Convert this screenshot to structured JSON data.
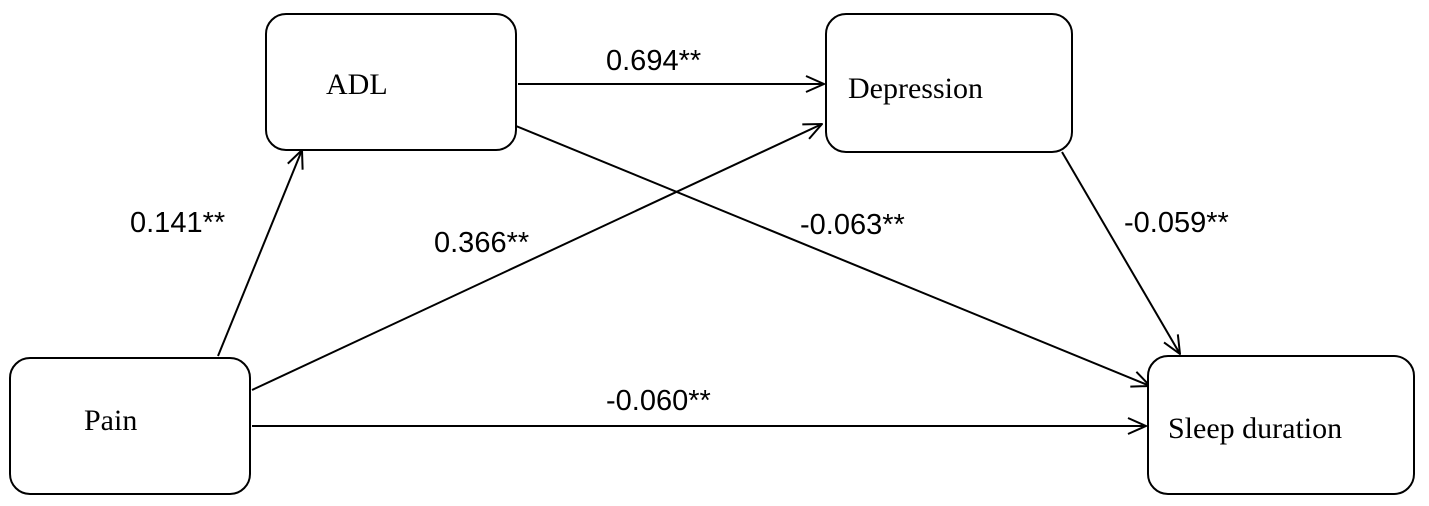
{
  "nodes": {
    "adl": "ADL",
    "depression": "Depression",
    "pain": "Pain",
    "sleep": "Sleep duration"
  },
  "edges": {
    "pain_adl": "0.141**",
    "adl_depression": "0.694**",
    "pain_depression": "0.366**",
    "adl_sleep": "-0.063**",
    "depression_sleep": "-0.059**",
    "pain_sleep": "-0.060**"
  }
}
